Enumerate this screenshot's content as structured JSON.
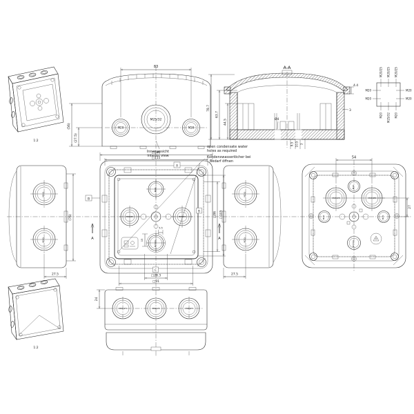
{
  "drawing": {
    "iso_open": {
      "scale": "1:2"
    },
    "iso_closed": {
      "scale": "1:2"
    },
    "front": {
      "dim_span": "83",
      "dim_h1": "(56)",
      "dim_h2": "(27.5)",
      "knockout_left": "M20",
      "knockout_center": "M25/32",
      "knockout_right": "M20",
      "caption_de": "Innenansicht",
      "caption_en": "interior view"
    },
    "section": {
      "title": "A-A",
      "dim_total": "78.7",
      "dim_inner": "63.7",
      "dim_mount": "44.5",
      "dim_drain": "Ø4",
      "dim_lid_edge": "4.4",
      "dim_wall": "3",
      "dim_b1": "9.5",
      "dim_b2": "10.5",
      "dim_b3": "3"
    },
    "notes": {
      "en1": "open condensate water",
      "en2": "holes as required",
      "de1": "Kondenswasserlöcher bei",
      "de2": "Bedarf öffnen"
    },
    "plan": {
      "dim_outer": "□140",
      "dim_lid": "□115",
      "dim_opening": "□105",
      "dim_mount": "□86",
      "dim_boss": "□28.3",
      "dim_inner": "□91",
      "dim_small": "5.5",
      "dim_depth": "15",
      "datum_top": "A",
      "datum_left": "B",
      "datum_right": "B",
      "datum_bottom": "C",
      "section_label_left": "A",
      "section_label_right": "A",
      "knockout_top": "M20",
      "knockout_bottom": "M25/32",
      "knockout_left": "M20/25",
      "knockout_right": "M20/25"
    },
    "side_left": {
      "dim_height": "(76)",
      "dim_offset": "27.5",
      "knockout_top": "M20",
      "knockout_bottom": "M20"
    },
    "side_right": {
      "dim_offset": "27.5",
      "knockout_top": "M20",
      "knockout_bottom": "M20"
    },
    "back": {
      "dim_spacing": "54",
      "dim_offset": "27",
      "knockout_combi_left": "M20/25",
      "knockout_combi_right": "M20/25",
      "knockout_top": "M20",
      "knockout_bottom": "M25/32",
      "knockout_mid_left": "M20",
      "knockout_mid_right": "M20"
    },
    "bottom": {
      "dim_edge": "24",
      "knockout_1": "M20/25",
      "knockout_2": "M20/25",
      "knockout_3": "M20/25"
    },
    "chart": {
      "top": [
        "M20/25",
        "M20/25",
        "M20/25"
      ],
      "left": [
        "M20",
        "M20"
      ],
      "right": [
        "M20",
        "M20"
      ],
      "bottom": [
        "M20",
        "M25/32",
        "M20"
      ]
    }
  }
}
